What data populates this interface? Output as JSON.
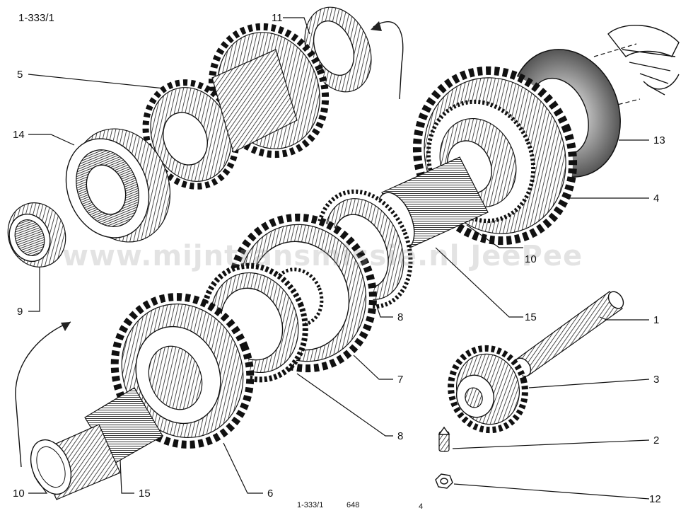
{
  "header": {
    "sheet_ref": "1-333/1"
  },
  "watermark": {
    "text": "www.mijntransmissie.nl  JeePee"
  },
  "callouts": [
    {
      "id": "c11",
      "number": "11"
    },
    {
      "id": "c5",
      "number": "5"
    },
    {
      "id": "c14",
      "number": "14"
    },
    {
      "id": "c9",
      "number": "9"
    },
    {
      "id": "c13",
      "number": "13"
    },
    {
      "id": "c4",
      "number": "4"
    },
    {
      "id": "c10a",
      "number": "10"
    },
    {
      "id": "c15a",
      "number": "15"
    },
    {
      "id": "c8a",
      "number": "8"
    },
    {
      "id": "c1",
      "number": "1"
    },
    {
      "id": "c7",
      "number": "7"
    },
    {
      "id": "c3",
      "number": "3"
    },
    {
      "id": "c8b",
      "number": "8"
    },
    {
      "id": "c2",
      "number": "2"
    },
    {
      "id": "c6",
      "number": "6"
    },
    {
      "id": "c12",
      "number": "12"
    },
    {
      "id": "c10b",
      "number": "10"
    },
    {
      "id": "c15b",
      "number": "15"
    }
  ],
  "footer": {
    "ref": "1-333/1",
    "code": "648",
    "page": "4"
  }
}
